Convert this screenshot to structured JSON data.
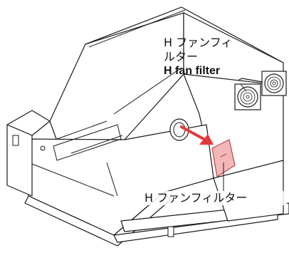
{
  "callouts": {
    "top_japanese_line1": "H ファンフィ",
    "top_japanese_line2": "ルター",
    "top_english": "H fan filter",
    "bottom_japanese": "H ファンフィルター"
  },
  "colors": {
    "line": "#1a1a1a",
    "filter_fill": "#f2b8b8",
    "filter_stroke": "#c04040",
    "arrow": "#e23a3a"
  },
  "icons": {
    "fan_grille": "fan-grille-icon",
    "arrow": "arrow-right-icon"
  }
}
